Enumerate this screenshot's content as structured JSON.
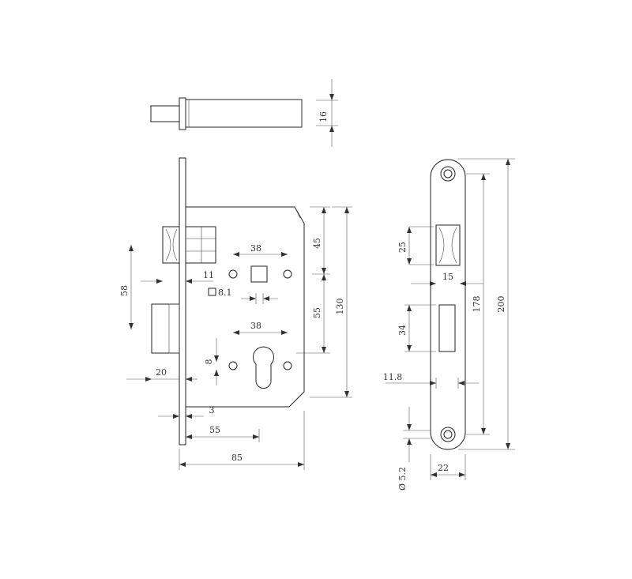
{
  "drawing": {
    "spindle": {
      "d16": "16"
    },
    "lock_body": {
      "d38_top": "38",
      "d45": "45",
      "d58": "58",
      "d11": "11",
      "d8_1": "8.1",
      "d55_right": "55",
      "d130": "130",
      "d38_bottom": "38",
      "d8": "8",
      "d20": "20",
      "d3": "3",
      "d55_bottom": "55",
      "d85": "85"
    },
    "faceplate": {
      "d25": "25",
      "d15": "15",
      "d178": "178",
      "d200": "200",
      "d34": "34",
      "d11_8": "11.8",
      "d5_2": "Ø 5.2",
      "d22": "22"
    }
  }
}
